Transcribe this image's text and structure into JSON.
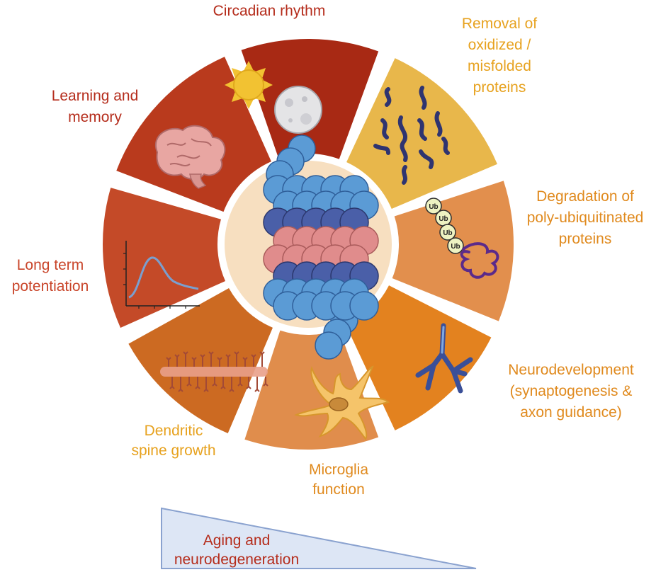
{
  "colors": {
    "dark_red_text": "#b52d1c",
    "orange_red_text": "#c9452a",
    "orange_text": "#e08a1e",
    "gold_text": "#e7a21f",
    "segment_circadian": "#a82914",
    "segment_learning": "#b93a1d",
    "segment_ltp": "#c44a28",
    "segment_dendritic": "#cc6a22",
    "segment_microglia": "#e08d4c",
    "segment_neurodev": "#e3821f",
    "segment_degradation": "#e28f4d",
    "segment_removal": "#e8b74b",
    "inner_ring": "#f7dfc0",
    "proteasome_light_blue": "#5b9bd5",
    "proteasome_dark_blue": "#4a5fa8",
    "proteasome_pink": "#e08c8c",
    "triangle_fill": "#dde6f5",
    "triangle_stroke": "#8aa2cf"
  },
  "labels": {
    "circadian": [
      "Circadian rhythm"
    ],
    "removal": [
      "Removal of",
      "oxidized /",
      "misfolded",
      "proteins"
    ],
    "learning": [
      "Learning and",
      "memory"
    ],
    "degradation": [
      "Degradation of",
      "poly-ubiquitinated",
      "proteins"
    ],
    "ltp": [
      "Long term",
      "potentiation"
    ],
    "neurodev": [
      "Neurodevelopment",
      "(synaptogenesis &",
      "axon guidance)"
    ],
    "dendritic": [
      "Dendritic",
      "spine growth"
    ],
    "microglia": [
      "Microglia",
      "function"
    ],
    "aging": [
      "Aging and",
      "neurodegeneration"
    ]
  },
  "ubiquitin": {
    "tag": "Ub",
    "count": 4
  },
  "icons": {
    "circadian": [
      "sun-icon",
      "moon-icon"
    ],
    "learning": "brain-icon",
    "removal": "misfolded-protein-icon",
    "degradation": "ubiquitin-chain-icon",
    "ltp": "ltp-graph-icon",
    "neurodev": "axon-branch-icon",
    "dendritic": "dendrite-icon",
    "microglia": "microglia-cell-icon",
    "center": "proteasome-icon"
  }
}
